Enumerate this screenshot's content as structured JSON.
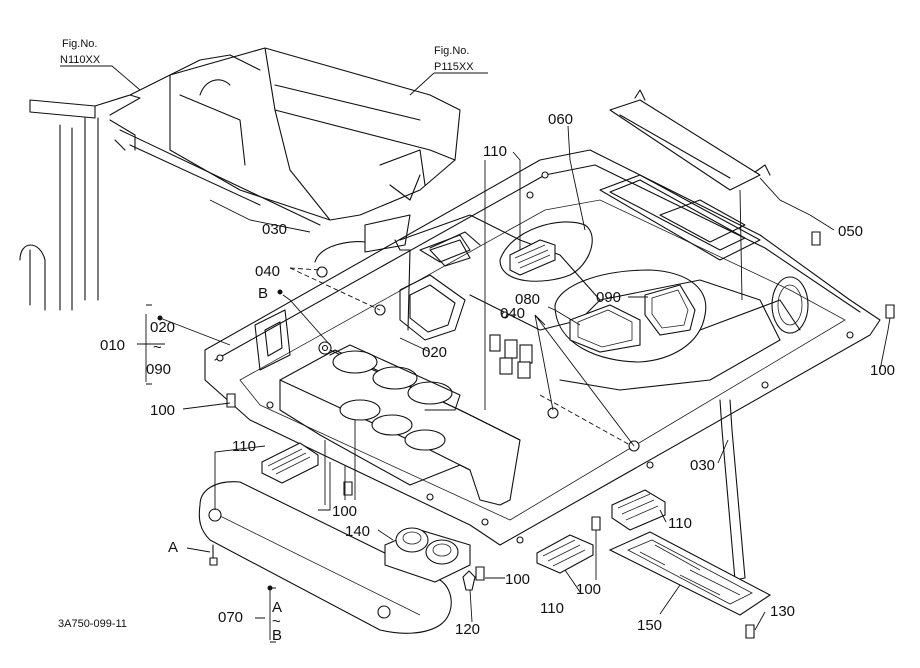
{
  "figure": {
    "fig_refs": [
      {
        "line1": "Fig.No.",
        "line2": "N110XX"
      },
      {
        "line1": "Fig.No.",
        "line2": "P115XX"
      }
    ],
    "drawing_code": "3A750-099-11"
  },
  "callouts": {
    "c030_top": "030",
    "c030_right": "030",
    "c040_left": "040",
    "c040_mid": "040",
    "c050": "050",
    "c060": "060",
    "c080": "080",
    "c090": "090",
    "c110_top": "110",
    "c110_left": "110",
    "c110_bottom": "110",
    "c110_right": "110",
    "c020": "020",
    "c010": "010",
    "range_start": "020",
    "range_tilde": "~",
    "range_end": "090",
    "c100_left": "100",
    "c100_mid": "100",
    "c100_right": "100",
    "c100_bot1": "100",
    "c100_bot2": "100",
    "c140": "140",
    "c120": "120",
    "c130": "130",
    "c150": "150",
    "c070": "070",
    "ref_A1": "A",
    "ref_B1": "B",
    "ref_A2": "A",
    "ref_tilde2": "~",
    "ref_B2": "B"
  }
}
